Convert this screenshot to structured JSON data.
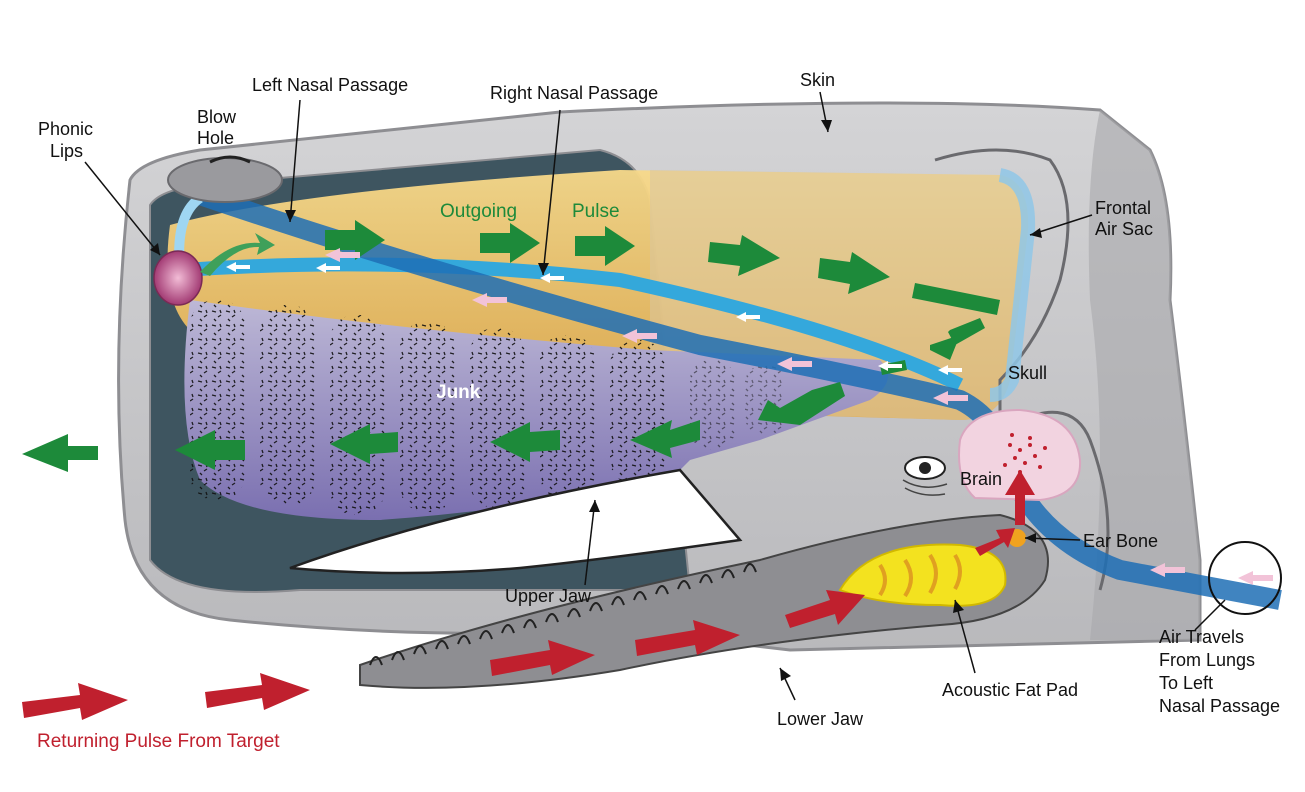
{
  "labels": {
    "phonic_lips": [
      "Phonic",
      "Lips"
    ],
    "blow_hole": [
      "Blow",
      "Hole"
    ],
    "left_nasal_passage": "Left Nasal Passage",
    "right_nasal_passage": "Right Nasal Passage",
    "skin": "Skin",
    "frontal_air_sac": [
      "Frontal",
      "Air Sac"
    ],
    "skull": "Skull",
    "brain": "Brain",
    "ear_bone": "Ear Bone",
    "junk": "Junk",
    "upper_jaw": "Upper Jaw",
    "lower_jaw": "Lower Jaw",
    "acoustic_fat_pad": "Acoustic Fat Pad",
    "air_travels": [
      "Air Travels",
      "From Lungs",
      "To Left",
      "Nasal Passage"
    ],
    "outgoing": "Outgoing",
    "pulse": "Pulse",
    "returning_pulse": "Returning Pulse From Target"
  },
  "colors": {
    "skin": "#c9c9cc",
    "skin_dark": "#8e8e92",
    "spermaceti": "#f0c66a",
    "junk": "#8c86b5",
    "cavity": "#3e5560",
    "left_nasal": "#1f6fb5",
    "right_nasal": "#2aa7e0",
    "outgoing_arrow": "#1d8a3a",
    "returning_arrow": "#c0202e",
    "fat_pad": "#f3e21f",
    "brain": "#f2d3e0",
    "phonic_lips": "#c9689a"
  }
}
